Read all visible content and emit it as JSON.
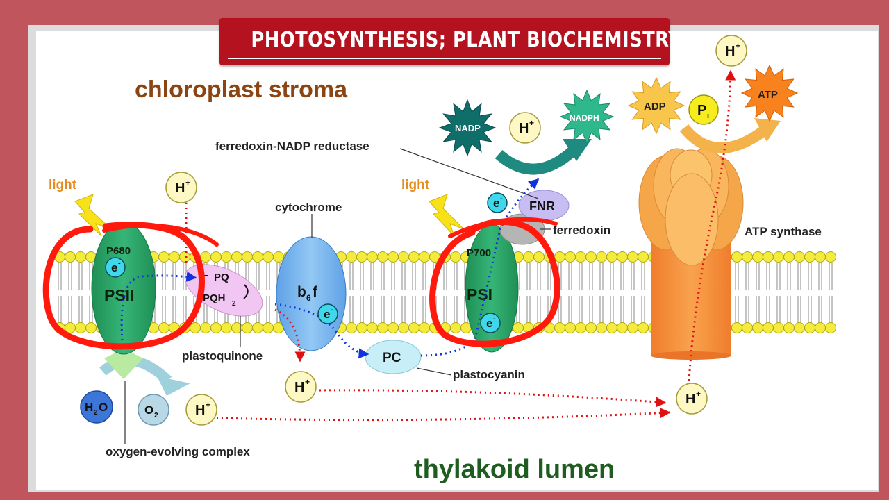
{
  "header": {
    "title": "PHOTOSYNTHESIS; PLANT BIOCHEMISTRY"
  },
  "regions": {
    "stroma": "chloroplast stroma",
    "lumen": "thylakoid lumen"
  },
  "labels": {
    "light_left": "light",
    "light_right": "light",
    "fnr_full": "ferredoxin-NADP reductase",
    "cytochrome": "cytochrome",
    "ferredoxin": "ferredoxin",
    "atp_synthase": "ATP synthase",
    "plastoquinone": "plastoquinone",
    "plastocyanin": "plastocyanin",
    "oec": "oxygen-evolving complex"
  },
  "complexes": {
    "psii": {
      "name": "PSII",
      "pigment": "P680"
    },
    "pq": {
      "top": "PQ",
      "bottom": "PQH",
      "bottom_sub": "2"
    },
    "b6f": {
      "main": "b",
      "sub": "6",
      "tail": "f"
    },
    "psi": {
      "name": "PSI",
      "pigment": "P700"
    },
    "fnr": "FNR",
    "pc": "PC"
  },
  "molecules": {
    "hplus": "H",
    "plus": "+",
    "electron": "e",
    "minus": "-",
    "nadp": "NADP",
    "nadph": "NADPH",
    "adp": "ADP",
    "pi": "P",
    "pi_sub": "i",
    "atp": "ATP",
    "h2o": "H",
    "h2o_sub": "2",
    "h2o_tail": "O",
    "o2": "O",
    "o2_sub": "2"
  },
  "colors": {
    "frame": "#c0555e",
    "banner": "#b3121e",
    "stroma_text": "#8b4513",
    "lumen_text": "#1f5c1f",
    "photosystem": "#2ea36a",
    "b6f": "#78b6ec",
    "pq": "#f2c6f2",
    "pc": "#c8eef8",
    "atp_synthase": "#f6a94a",
    "lipid_head": "#f4ec3c",
    "hplus_fill": "#fdf8c4",
    "electron_fill": "#3ed8ea",
    "annotation": "#ff1a0d"
  }
}
